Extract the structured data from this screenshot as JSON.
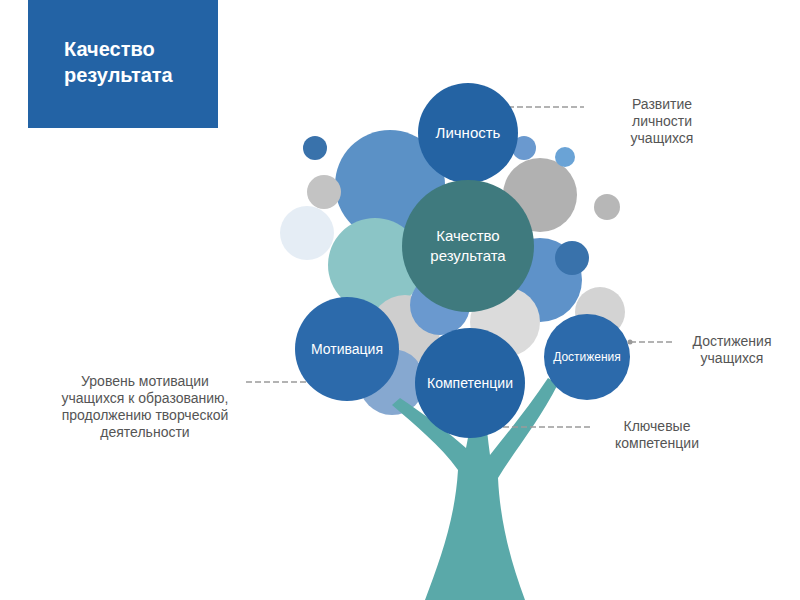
{
  "diagram": {
    "title": "Качество результата",
    "nodes": [
      {
        "text": [
          "Личность"
        ]
      },
      {
        "text": [
          "Качество результата"
        ]
      },
      {
        "text": [
          "Мотивация"
        ]
      },
      {
        "text": [
          "Компетенции"
        ]
      },
      {
        "text": [
          "Достижения"
        ]
      }
    ],
    "labels": [
      "Развитие личности учащихся",
      "Достижения учащихся",
      "Ключевые компетенции",
      "Уровень мотивации учащихся к образованию, продолжению творческой деятельности"
    ]
  }
}
